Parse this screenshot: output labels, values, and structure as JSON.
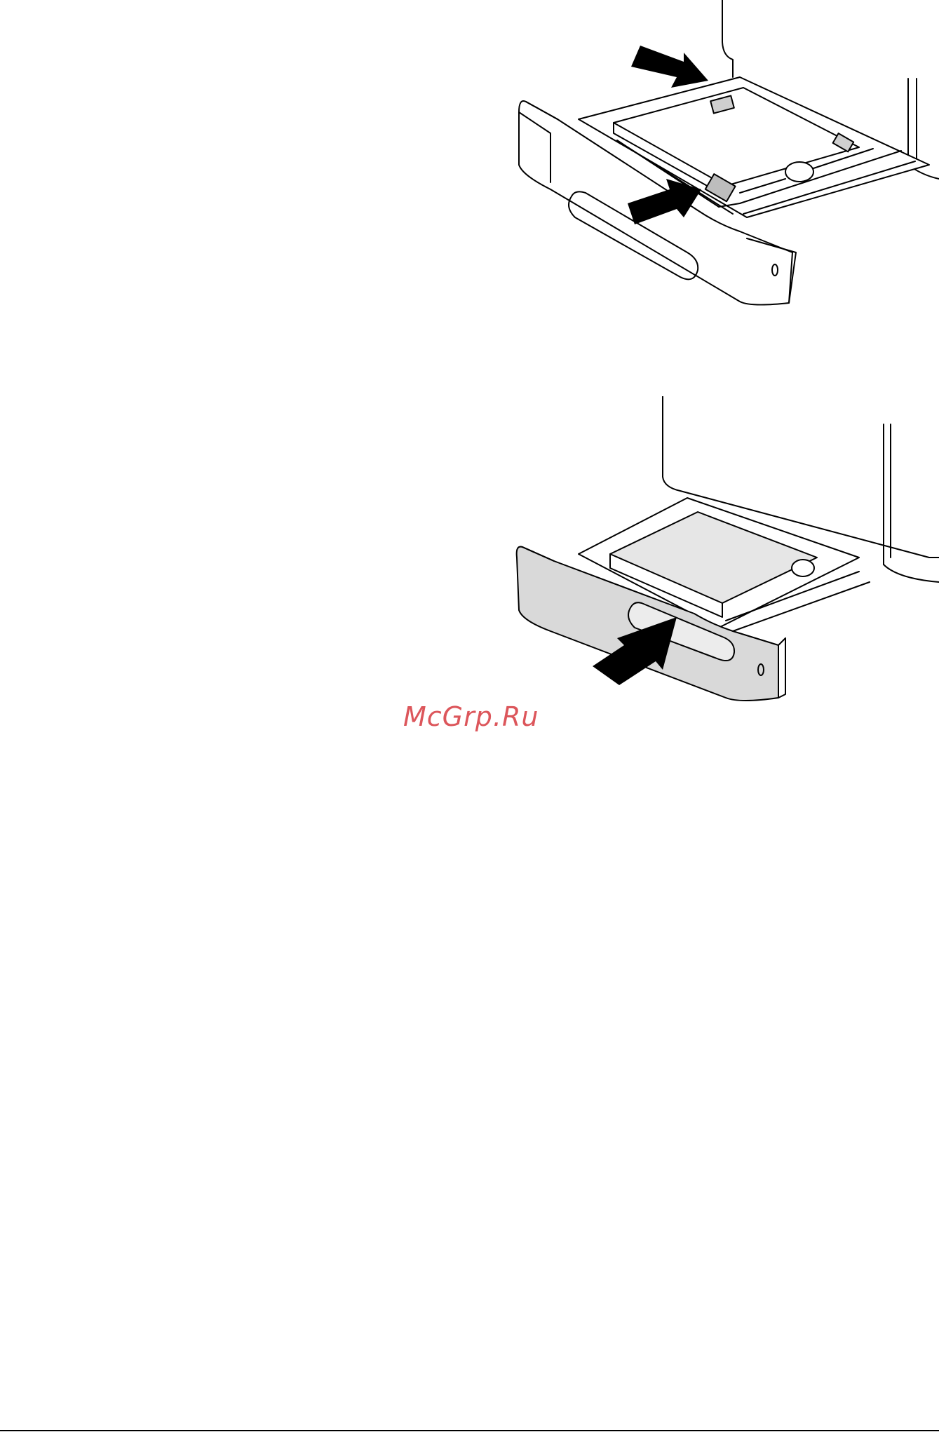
{
  "watermark": {
    "text": "McGrp.Ru",
    "color": "#d9444a"
  },
  "figures": [
    {
      "name": "paper-tray-guides-illustration",
      "icon": "arrow-icon"
    },
    {
      "name": "paper-tray-insert-illustration",
      "icon": "arrow-icon"
    }
  ]
}
